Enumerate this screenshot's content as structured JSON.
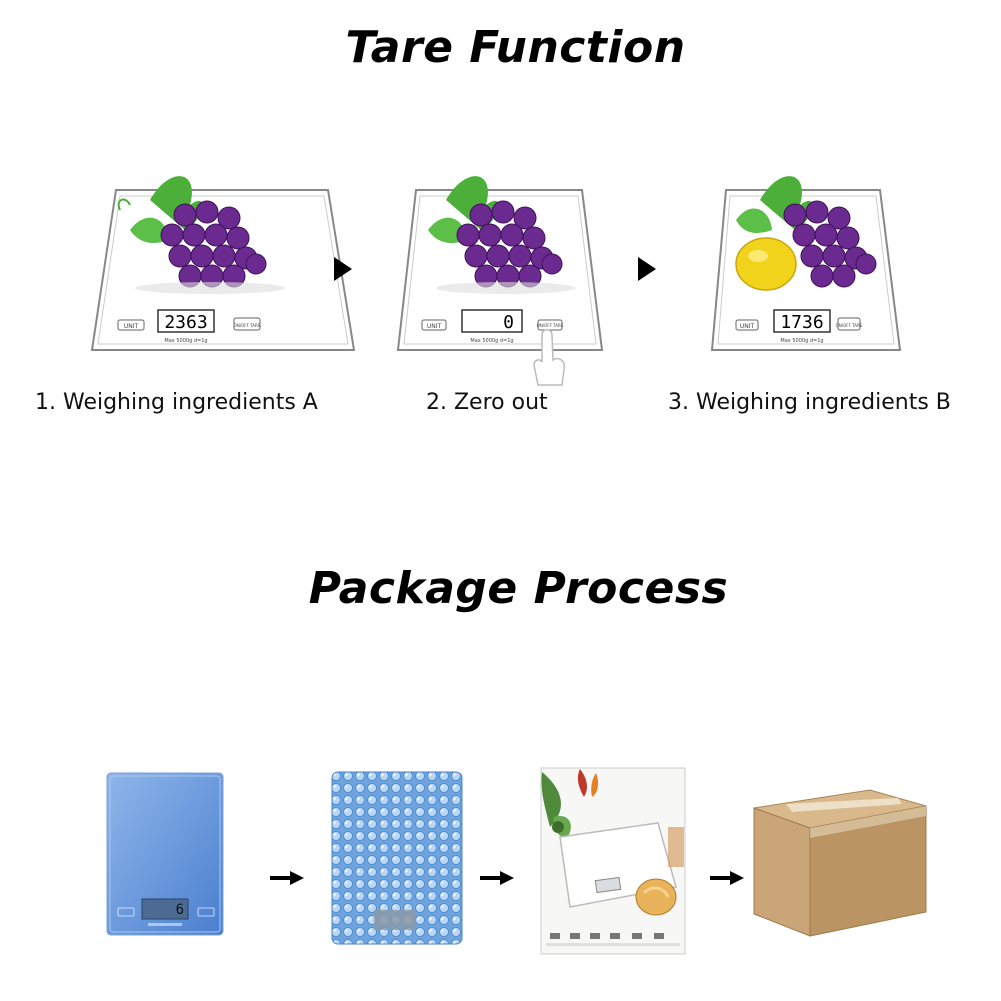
{
  "sections": {
    "tare": {
      "title": "Tare Function",
      "steps": [
        {
          "caption": "1. Weighing ingredients A",
          "display": "2363",
          "unit_label": "UNIT",
          "tare_label": "ON/OFF TARE",
          "max_label": "Max 5000g  d=1g"
        },
        {
          "caption": "2. Zero out",
          "display": "0",
          "unit_label": "UNIT",
          "tare_label": "ON/OFF TARE",
          "max_label": "Max 5000g  d=1g"
        },
        {
          "caption": "3. Weighing ingredients B",
          "display": "1736",
          "unit_label": "UNIT",
          "tare_label": "ON/OFF TARE",
          "max_label": "Max 5000g  d=1g"
        }
      ]
    },
    "package": {
      "title": "Package Process",
      "items": [
        "blue-glass-scale",
        "bubble-wrapped-scale",
        "retail-box",
        "shipping-carton"
      ]
    }
  },
  "colors": {
    "grape": "#6a2a8f",
    "leaf": "#4caf3a",
    "lemon": "#f2d31b",
    "scale_blue": "#5b8fd6",
    "carton": "#c9a578"
  }
}
